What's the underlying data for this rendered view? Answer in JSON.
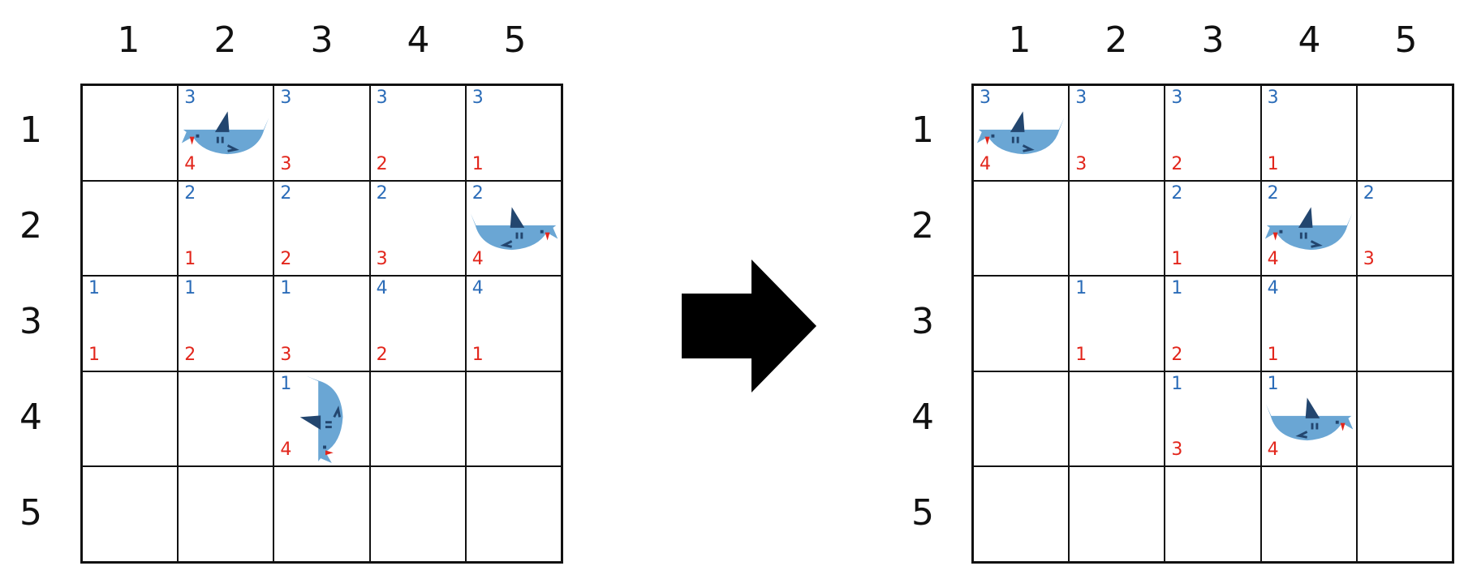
{
  "col_labels": [
    "1",
    "2",
    "3",
    "4",
    "5"
  ],
  "row_labels": [
    "1",
    "2",
    "3",
    "4",
    "5"
  ],
  "left_grid": {
    "cells": [
      [
        {
          "top": "",
          "bot": "",
          "shark": ""
        },
        {
          "top": "3",
          "bot": "4",
          "shark": "right"
        },
        {
          "top": "3",
          "bot": "3",
          "shark": ""
        },
        {
          "top": "3",
          "bot": "2",
          "shark": ""
        },
        {
          "top": "3",
          "bot": "1",
          "shark": ""
        }
      ],
      [
        {
          "top": "",
          "bot": "",
          "shark": ""
        },
        {
          "top": "2",
          "bot": "1",
          "shark": ""
        },
        {
          "top": "2",
          "bot": "2",
          "shark": ""
        },
        {
          "top": "2",
          "bot": "3",
          "shark": ""
        },
        {
          "top": "2",
          "bot": "4",
          "shark": "left"
        }
      ],
      [
        {
          "top": "1",
          "bot": "1",
          "shark": ""
        },
        {
          "top": "1",
          "bot": "2",
          "shark": ""
        },
        {
          "top": "1",
          "bot": "3",
          "shark": ""
        },
        {
          "top": "4",
          "bot": "2",
          "shark": ""
        },
        {
          "top": "4",
          "bot": "1",
          "shark": ""
        }
      ],
      [
        {
          "top": "",
          "bot": "",
          "shark": ""
        },
        {
          "top": "",
          "bot": "",
          "shark": ""
        },
        {
          "top": "1",
          "bot": "4",
          "shark": "up"
        },
        {
          "top": "",
          "bot": "",
          "shark": ""
        },
        {
          "top": "",
          "bot": "",
          "shark": ""
        }
      ],
      [
        {
          "top": "",
          "bot": "",
          "shark": ""
        },
        {
          "top": "",
          "bot": "",
          "shark": ""
        },
        {
          "top": "",
          "bot": "",
          "shark": ""
        },
        {
          "top": "",
          "bot": "",
          "shark": ""
        },
        {
          "top": "",
          "bot": "",
          "shark": ""
        }
      ]
    ]
  },
  "right_grid": {
    "cells": [
      [
        {
          "top": "3",
          "bot": "4",
          "shark": "right"
        },
        {
          "top": "3",
          "bot": "3",
          "shark": ""
        },
        {
          "top": "3",
          "bot": "2",
          "shark": ""
        },
        {
          "top": "3",
          "bot": "1",
          "shark": ""
        },
        {
          "top": "",
          "bot": "",
          "shark": ""
        }
      ],
      [
        {
          "top": "",
          "bot": "",
          "shark": ""
        },
        {
          "top": "",
          "bot": "",
          "shark": ""
        },
        {
          "top": "2",
          "bot": "1",
          "shark": ""
        },
        {
          "top": "2",
          "bot": "4",
          "shark": "right"
        },
        {
          "top": "2",
          "bot": "3",
          "shark": ""
        }
      ],
      [
        {
          "top": "",
          "bot": "",
          "shark": ""
        },
        {
          "top": "1",
          "bot": "1",
          "shark": ""
        },
        {
          "top": "1",
          "bot": "2",
          "shark": ""
        },
        {
          "top": "4",
          "bot": "1",
          "shark": ""
        },
        {
          "top": "",
          "bot": "",
          "shark": ""
        }
      ],
      [
        {
          "top": "",
          "bot": "",
          "shark": ""
        },
        {
          "top": "",
          "bot": "",
          "shark": ""
        },
        {
          "top": "1",
          "bot": "3",
          "shark": ""
        },
        {
          "top": "1",
          "bot": "4",
          "shark": "left"
        },
        {
          "top": "",
          "bot": "",
          "shark": ""
        }
      ],
      [
        {
          "top": "",
          "bot": "",
          "shark": ""
        },
        {
          "top": "",
          "bot": "",
          "shark": ""
        },
        {
          "top": "",
          "bot": "",
          "shark": ""
        },
        {
          "top": "",
          "bot": "",
          "shark": ""
        },
        {
          "top": "",
          "bot": "",
          "shark": ""
        }
      ]
    ]
  },
  "colors": {
    "blue_number": "#2b6cb8",
    "red_number": "#e2261c",
    "shark_body": "#6aa6d4",
    "shark_fin": "#23466f",
    "shark_tooth": "#e2261c",
    "arrow": "#000000"
  },
  "icons": {
    "shark": "shark-icon",
    "arrow": "right-arrow-icon"
  }
}
